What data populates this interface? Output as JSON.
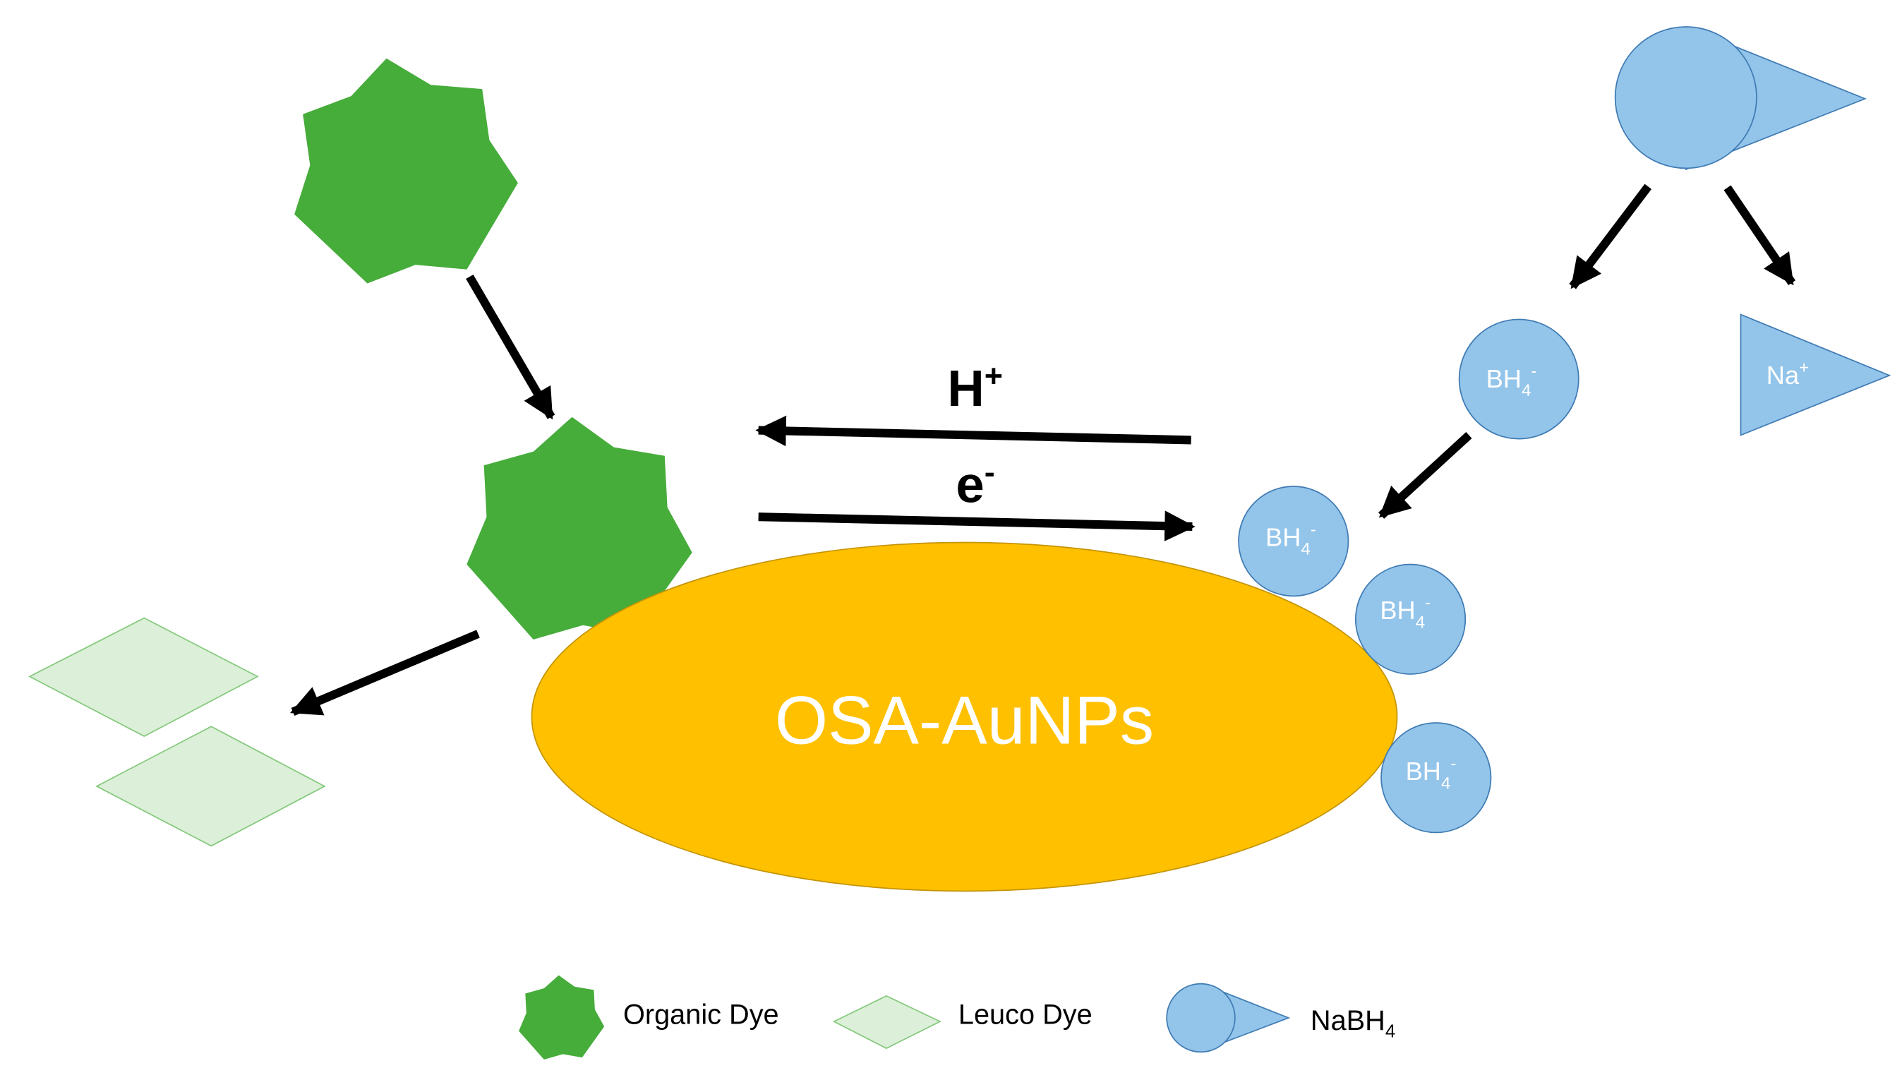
{
  "colors": {
    "dye_fill": "#46ac3a",
    "dye_stroke": "#2f8a2a",
    "leuco_fill": "#dcefd8",
    "leuco_stroke": "#84c97c",
    "nabh4_fill": "#93c4ea",
    "nabh4_stroke": "#3f7bb3",
    "particle_fill": "#ffc000",
    "particle_stroke": "#c49405",
    "arrow": "#000000"
  },
  "particle": {
    "label": "OSA-AuNPs"
  },
  "transfer": {
    "proton": {
      "base": "H",
      "sup": "+"
    },
    "electron": {
      "base": "e",
      "sup": "-"
    }
  },
  "ions": {
    "borohydride": {
      "base": "BH",
      "sub": "4",
      "sup": "-"
    },
    "sodium": {
      "base": "Na",
      "sup": "+"
    }
  },
  "legend": {
    "items": [
      {
        "label": "Organic Dye",
        "icon": "star-icon"
      },
      {
        "label": "Leuco Dye",
        "icon": "diamond-icon"
      },
      {
        "label_base": "NaBH",
        "label_sub": "4",
        "icon": "circle-cone-icon"
      }
    ]
  }
}
